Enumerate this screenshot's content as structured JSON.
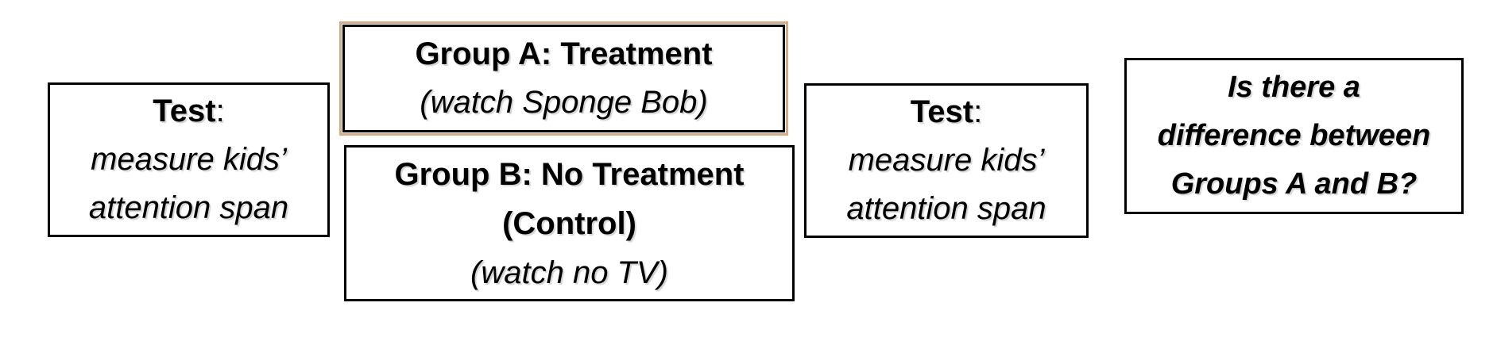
{
  "colors": {
    "background": "#ffffff",
    "text": "#000000",
    "box_border": "#000000",
    "group_a_outline": "#d9ab83"
  },
  "boxes": {
    "pretest": {
      "heading": "Test",
      "colon": ":",
      "line2": "measure kids’",
      "line3": "attention span"
    },
    "group_a": {
      "line1": "Group A: Treatment",
      "line2": "(watch Sponge Bob)"
    },
    "group_b": {
      "line1": "Group B: No Treatment",
      "line2": "(Control)",
      "line3": "(watch no TV)"
    },
    "posttest": {
      "heading": "Test",
      "colon": ":",
      "line2": "measure kids’",
      "line3": "attention span"
    },
    "question": {
      "line1": "Is there a",
      "line2": "difference between",
      "line3": "Groups A and B?"
    }
  }
}
